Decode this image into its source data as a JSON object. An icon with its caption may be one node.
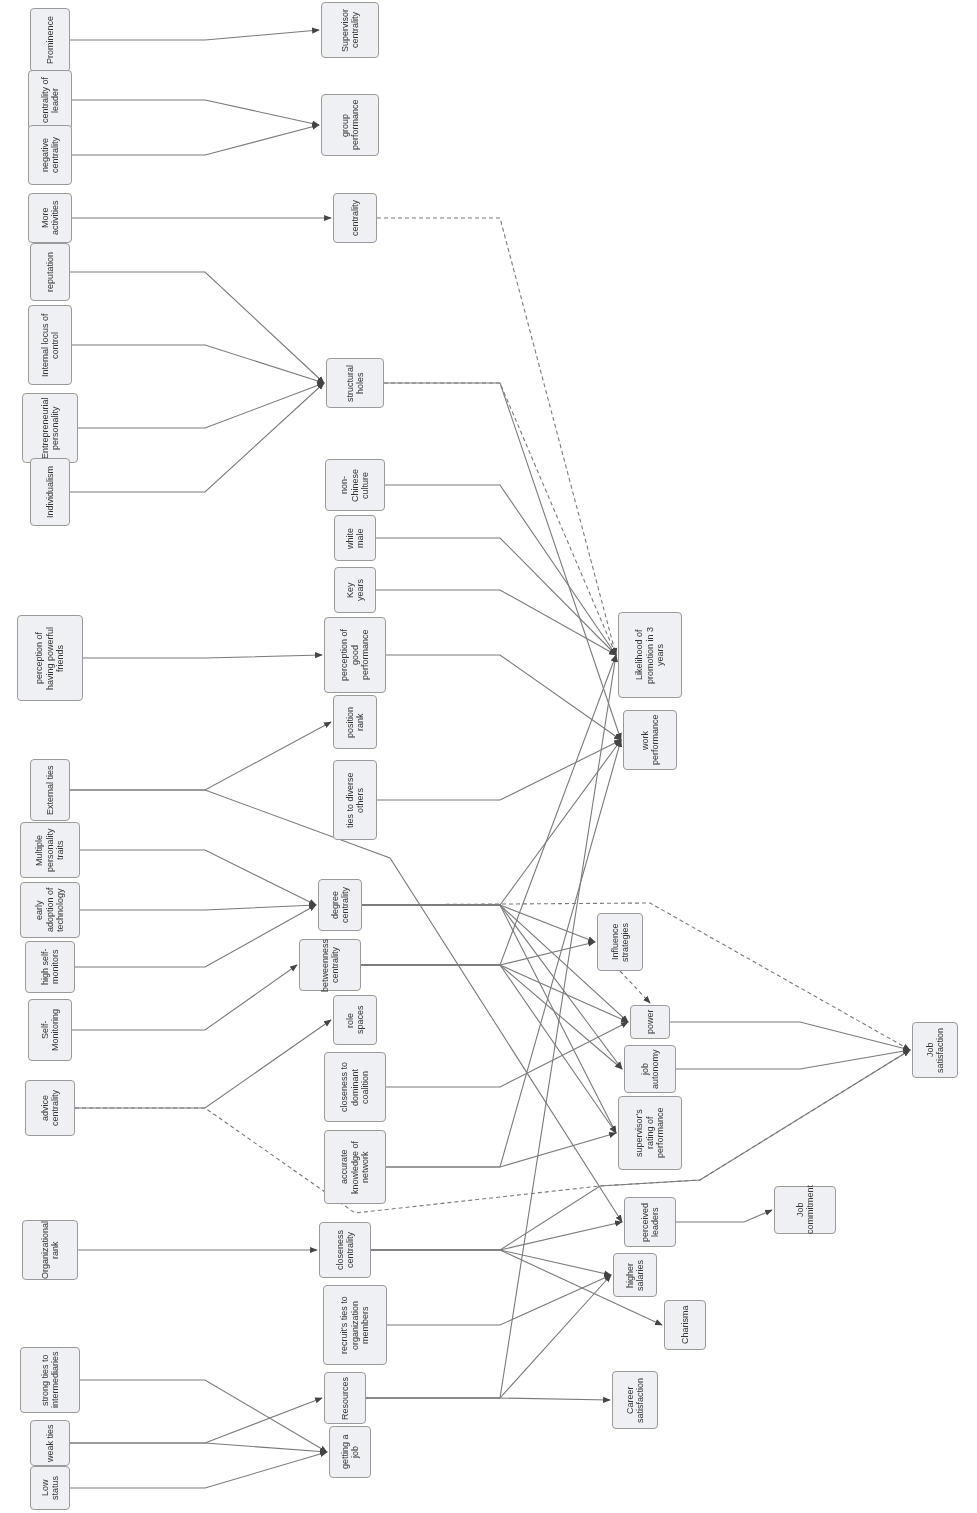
{
  "diagram": {
    "nodes": [
      {
        "text": [
          "Prominence"
        ]
      },
      {
        "text": [
          "centrality of leader"
        ]
      },
      {
        "text": [
          "negative centrality"
        ]
      },
      {
        "text": [
          "More activities"
        ]
      },
      {
        "text": [
          "reputation"
        ]
      },
      {
        "text": [
          "Internal locus of control"
        ]
      },
      {
        "text": [
          "Entrepreneurial personality"
        ]
      },
      {
        "text": [
          "Individualism"
        ]
      },
      {
        "text": [
          "perception of having powerful friends"
        ]
      },
      {
        "text": [
          "External ties"
        ]
      },
      {
        "text": [
          "Multiple personality traits"
        ]
      },
      {
        "text": [
          "early adoption of technology"
        ]
      },
      {
        "text": [
          "high self-monitors"
        ]
      },
      {
        "text": [
          "Self-Monitoring"
        ]
      },
      {
        "text": [
          "advice centrality"
        ]
      },
      {
        "text": [
          "Organizational rank"
        ]
      },
      {
        "text": [
          "strong ties to intermediaries"
        ]
      },
      {
        "text": [
          "weak ties"
        ]
      },
      {
        "text": [
          "Low status"
        ]
      },
      {
        "text": [
          "Supervisor centrality"
        ]
      },
      {
        "text": [
          "group performance"
        ]
      },
      {
        "text": [
          "centrality"
        ]
      },
      {
        "text": [
          "structural holes"
        ]
      },
      {
        "text": [
          "non-Chinese culture"
        ]
      },
      {
        "text": [
          "white male"
        ]
      },
      {
        "text": [
          "Key years"
        ]
      },
      {
        "text": [
          "perception of good performance"
        ]
      },
      {
        "text": [
          "position rank"
        ]
      },
      {
        "text": [
          "ties to diverse others"
        ]
      },
      {
        "text": [
          "degree centrality"
        ]
      },
      {
        "text": [
          "betweenness centrality"
        ]
      },
      {
        "text": [
          "role spaces"
        ]
      },
      {
        "text": [
          "closeness to dominant coalition"
        ]
      },
      {
        "text": [
          "accurate knowledge of network"
        ]
      },
      {
        "text": [
          "closeness centrality"
        ]
      },
      {
        "text": [
          "recruit's ties to organization members"
        ]
      },
      {
        "text": [
          "Resources"
        ]
      },
      {
        "text": [
          "getting a job"
        ]
      },
      {
        "text": [
          "Likelihood of promotion in 3 years"
        ]
      },
      {
        "text": [
          "work performance"
        ]
      },
      {
        "text": [
          "Influence strategies"
        ]
      },
      {
        "text": [
          "power"
        ]
      },
      {
        "text": [
          "job autonomy"
        ]
      },
      {
        "text": [
          "supervisor's rating of performance"
        ]
      },
      {
        "text": [
          "perceived leaders"
        ]
      },
      {
        "text": [
          "higher salaries"
        ]
      },
      {
        "text": [
          "Charisma"
        ]
      },
      {
        "text": [
          "Career satisfaction"
        ]
      },
      {
        "text": [
          "Job commitment"
        ]
      },
      {
        "text": [
          "Job satisfaction"
        ]
      }
    ],
    "edges": [
      {
        "from": 0,
        "to": 19,
        "arrow": "to"
      },
      {
        "from": 1,
        "to": 20,
        "arrow": "to"
      },
      {
        "from": 2,
        "to": 20,
        "arrow": "to"
      },
      {
        "from": 3,
        "to": 21,
        "arrow": "to"
      },
      {
        "from": 4,
        "to": 22,
        "arrow": "to"
      },
      {
        "from": 5,
        "to": 22,
        "arrow": "to"
      },
      {
        "from": 6,
        "to": 22,
        "arrow": "to"
      },
      {
        "from": 7,
        "to": 22,
        "arrow": "to"
      },
      {
        "from": 21,
        "to": 38,
        "arrow": "to",
        "style": "dashed"
      },
      {
        "from": 22,
        "to": 38,
        "arrow": "to",
        "style": "dashed"
      },
      {
        "from": 22,
        "to": 39,
        "arrow": "to"
      },
      {
        "from": 23,
        "to": 38,
        "arrow": "to"
      },
      {
        "from": 24,
        "to": 38,
        "arrow": "to"
      },
      {
        "from": 25,
        "to": 38,
        "arrow": "to"
      },
      {
        "from": 8,
        "to": 26,
        "arrow": "to"
      },
      {
        "from": 26,
        "to": 39,
        "arrow": "to"
      },
      {
        "from": 9,
        "to": 27,
        "arrow": "to"
      },
      {
        "from": 9,
        "to": 44,
        "arrow": "to"
      },
      {
        "from": 28,
        "to": 39,
        "arrow": "to"
      },
      {
        "from": 10,
        "to": 29,
        "arrow": "to"
      },
      {
        "from": 11,
        "to": 29,
        "arrow": "to"
      },
      {
        "from": 12,
        "to": 29,
        "arrow": "to"
      },
      {
        "from": 13,
        "to": 30,
        "arrow": "to"
      },
      {
        "from": 14,
        "to": 31,
        "arrow": "to"
      },
      {
        "from": 14,
        "to": 49,
        "arrow": "to",
        "style": "dashed"
      },
      {
        "from": 29,
        "to": 39,
        "arrow": "to"
      },
      {
        "from": 29,
        "to": 40,
        "arrow": "to"
      },
      {
        "from": 29,
        "to": 41,
        "arrow": "to"
      },
      {
        "from": 29,
        "to": 42,
        "arrow": "to"
      },
      {
        "from": 29,
        "to": 43,
        "arrow": "to"
      },
      {
        "from": 29,
        "to": 49,
        "arrow": "to",
        "style": "dashed"
      },
      {
        "from": 30,
        "to": 38,
        "arrow": "to"
      },
      {
        "from": 30,
        "to": 40,
        "arrow": "to"
      },
      {
        "from": 30,
        "to": 41,
        "arrow": "to"
      },
      {
        "from": 30,
        "to": 42,
        "arrow": "to"
      },
      {
        "from": 30,
        "to": 43,
        "arrow": "to"
      },
      {
        "from": 32,
        "to": 41,
        "arrow": "to"
      },
      {
        "from": 33,
        "to": 39,
        "arrow": "to"
      },
      {
        "from": 33,
        "to": 43,
        "arrow": "to"
      },
      {
        "from": 15,
        "to": 34,
        "arrow": "to"
      },
      {
        "from": 34,
        "to": 44,
        "arrow": "to"
      },
      {
        "from": 34,
        "to": 45,
        "arrow": "to"
      },
      {
        "from": 34,
        "to": 46,
        "arrow": "to"
      },
      {
        "from": 34,
        "to": 49,
        "arrow": "to"
      },
      {
        "from": 35,
        "to": 45,
        "arrow": "to"
      },
      {
        "from": 36,
        "to": 38,
        "arrow": "to"
      },
      {
        "from": 36,
        "to": 45,
        "arrow": "to"
      },
      {
        "from": 36,
        "to": 47,
        "arrow": "to"
      },
      {
        "from": 16,
        "to": 37,
        "arrow": "to"
      },
      {
        "from": 17,
        "to": 36,
        "arrow": "to"
      },
      {
        "from": 17,
        "to": 37,
        "arrow": "to"
      },
      {
        "from": 18,
        "to": 37,
        "arrow": "to"
      },
      {
        "from": 40,
        "to": 41,
        "arrow": "to",
        "style": "dashed"
      },
      {
        "from": 41,
        "to": 49,
        "arrow": "to"
      },
      {
        "from": 42,
        "to": 49,
        "arrow": "to"
      },
      {
        "from": 44,
        "to": 48,
        "arrow": "to"
      }
    ]
  }
}
